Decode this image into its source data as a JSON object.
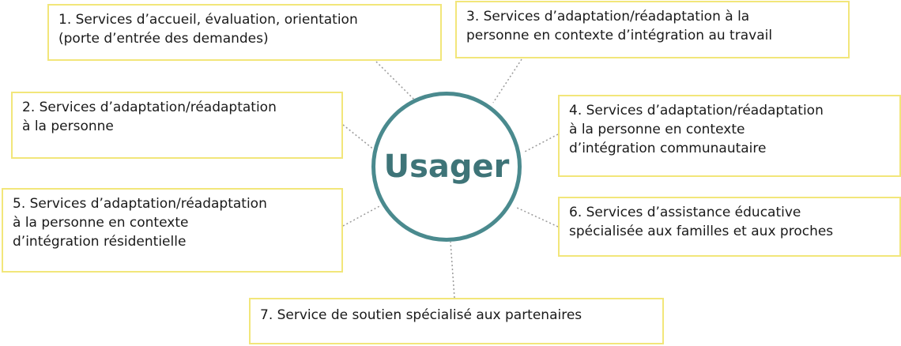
{
  "center": {
    "label": "Usager"
  },
  "boxes": [
    {
      "number": 1,
      "text": "1. Services d’accueil, évaluation, orientation\n(porte d’entrée des demandes)"
    },
    {
      "number": 2,
      "text": "2. Services d’adaptation/réadaptation\nà la personne"
    },
    {
      "number": 3,
      "text": "3. Services d’adaptation/réadaptation à la\npersonne en contexte d’intégration au travail"
    },
    {
      "number": 4,
      "text": "4. Services d’adaptation/réadaptation\nà la personne en contexte\nd’intégration communautaire"
    },
    {
      "number": 5,
      "text": "5. Services d’adaptation/réadaptation\nà la personne en contexte\nd’intégration résidentielle"
    },
    {
      "number": 6,
      "text": "6. Services d’assistance éducative\nspécialisée aux familles et aux proches"
    },
    {
      "number": 7,
      "text": "7. Service de soutien spécialisé aux partenaires"
    }
  ],
  "colors": {
    "box_border": "#f2e67a",
    "circle_border": "#4a8a8e",
    "circle_text": "#3e7478",
    "connector": "#9a9a9a"
  }
}
